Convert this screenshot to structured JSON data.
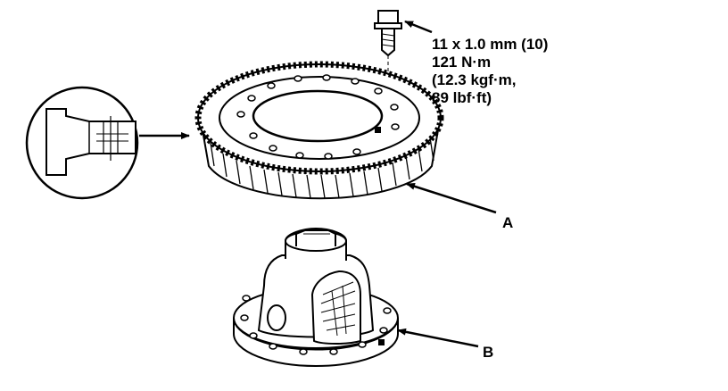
{
  "torque_spec": {
    "line1": "11 x 1.0 mm (10)",
    "line2": "121 N·m",
    "line3": "(12.3 kgf·m,",
    "line4": "89 lbf·ft)"
  },
  "callouts": {
    "a": "A",
    "b": "B"
  },
  "parts": {
    "ring_gear": "ring-gear",
    "differential_carrier": "differential-carrier",
    "bolt": "bolt",
    "detail_view": "bolt-section-detail"
  },
  "colors": {
    "line": "#000000",
    "background": "#ffffff"
  }
}
